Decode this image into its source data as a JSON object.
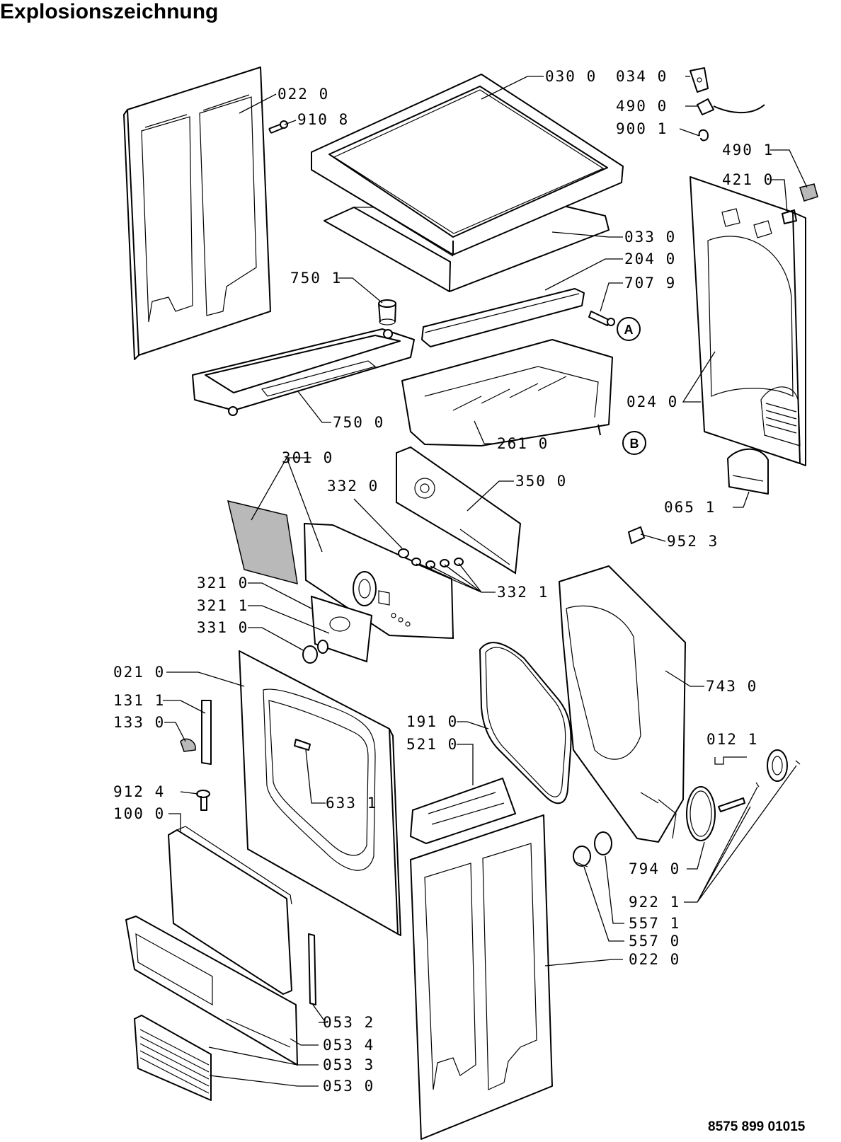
{
  "title": "Explosionszeichnung",
  "document_number": "8575 899 01015",
  "callout_markers": [
    "A",
    "B"
  ],
  "part_labels": [
    "022 0",
    "910 8",
    "030 0",
    "034 0",
    "490 0",
    "900 1",
    "490 1",
    "421 0",
    "033 0",
    "204 0",
    "750 1",
    "707 9",
    "750 0",
    "261 0",
    "024 0",
    "301 0",
    "332 0",
    "350 0",
    "065 1",
    "952 3",
    "321 0",
    "332 1",
    "321 1",
    "331 0",
    "021 0",
    "743 0",
    "131 1",
    "133 0",
    "191 0",
    "521 0",
    "012 1",
    "912 4",
    "633 1",
    "100 0",
    "794 0",
    "922 1",
    "557 1",
    "557 0",
    "022 0",
    "053 2",
    "053 4",
    "053 3",
    "053 0"
  ]
}
